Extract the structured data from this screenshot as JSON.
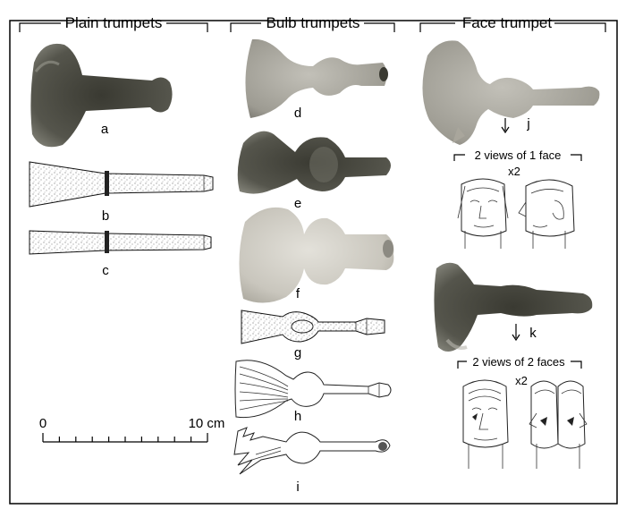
{
  "headers": {
    "plain": "Plain trumpets",
    "bulb": "Bulb trumpets",
    "face": "Face trumpet"
  },
  "labels": {
    "a": "a",
    "b": "b",
    "c": "c",
    "d": "d",
    "e": "e",
    "f": "f",
    "g": "g",
    "h": "h",
    "i": "i",
    "j": "j",
    "k": "k"
  },
  "face_views": {
    "one_face": "2 views of 1 face",
    "two_faces": "2 views of 2 faces",
    "scale_one": "x2",
    "scale_two": "x2"
  },
  "scale_bar": {
    "start": "0",
    "end": "10 cm"
  },
  "colors": {
    "photo_dark": "#4a4a42",
    "photo_light": "#cfcdc6",
    "line": "#000000"
  }
}
